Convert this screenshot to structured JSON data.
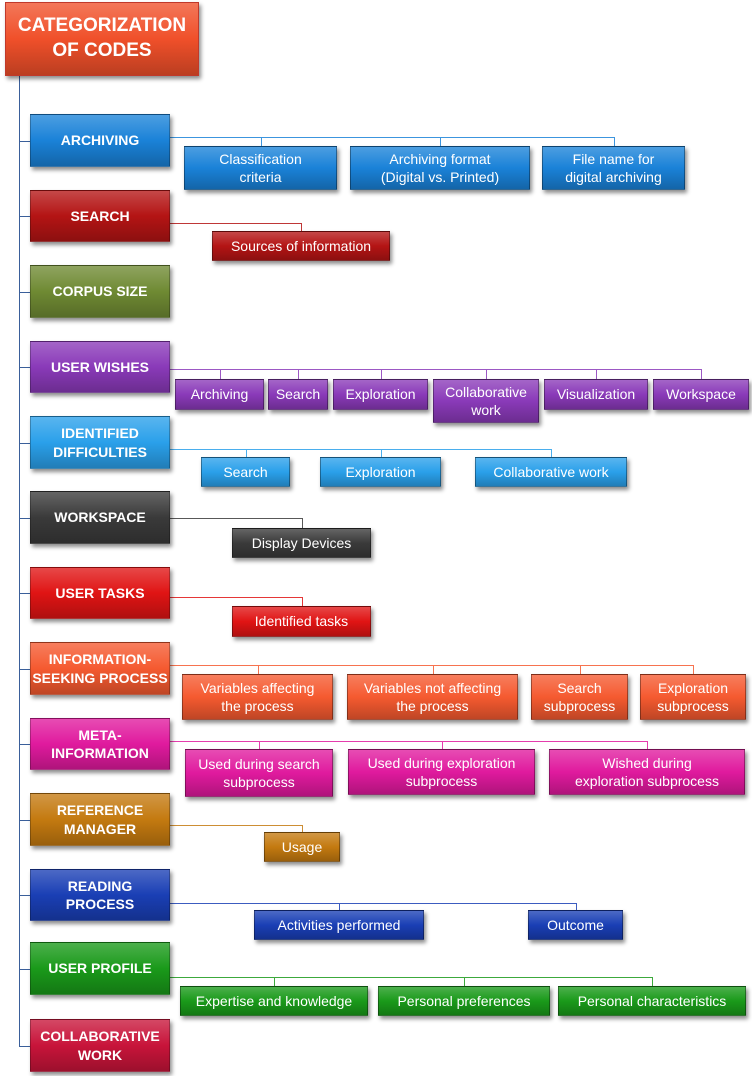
{
  "root": {
    "label": "CATEGORIZATION\nOF CODES",
    "color": "#f0502a"
  },
  "spine_color": "#3a5f9a",
  "categories": [
    {
      "label": "ARCHIVING",
      "color": "#1a82d8",
      "children": [
        {
          "label": "Classification\ncriteria"
        },
        {
          "label": "Archiving format\n(Digital vs. Printed)"
        },
        {
          "label": "File name for\ndigital archiving"
        }
      ]
    },
    {
      "label": "SEARCH",
      "color": "#b41414",
      "children": [
        {
          "label": "Sources of information"
        }
      ]
    },
    {
      "label": "CORPUS SIZE",
      "color": "#6f8a33",
      "children": []
    },
    {
      "label": "USER WISHES",
      "color": "#8a3ab9",
      "children": [
        {
          "label": "Archiving"
        },
        {
          "label": "Search"
        },
        {
          "label": "Exploration"
        },
        {
          "label": "Collaborative\nwork"
        },
        {
          "label": "Visualization"
        },
        {
          "label": "Workspace"
        }
      ]
    },
    {
      "label": "IDENTIFIED\nDIFFICULTIES",
      "color": "#2aa0ea",
      "children": [
        {
          "label": "Search"
        },
        {
          "label": "Exploration"
        },
        {
          "label": "Collaborative work"
        }
      ]
    },
    {
      "label": "WORKSPACE",
      "color": "#3a3a3a",
      "children": [
        {
          "label": "Display Devices"
        }
      ]
    },
    {
      "label": "USER TASKS",
      "color": "#e01414",
      "children": [
        {
          "label": "Identified tasks"
        }
      ]
    },
    {
      "label": "INFORMATION-\nSEEKING PROCESS",
      "color": "#f55a30",
      "children": [
        {
          "label": "Variables affecting\nthe process"
        },
        {
          "label": "Variables not affecting\nthe process"
        },
        {
          "label": "Search\nsubprocess"
        },
        {
          "label": "Exploration\nsubprocess"
        }
      ]
    },
    {
      "label": "META-\nINFORMATION",
      "color": "#e01a9e",
      "children": [
        {
          "label": "Used during search\nsubprocess"
        },
        {
          "label": "Used during exploration\nsubprocess"
        },
        {
          "label": "Wished during\nexploration subprocess"
        }
      ]
    },
    {
      "label": "REFERENCE\nMANAGER",
      "color": "#c47a10",
      "children": [
        {
          "label": "Usage"
        }
      ]
    },
    {
      "label": "READING\nPROCESS",
      "color": "#1a3fb5",
      "children": [
        {
          "label": "Activities performed"
        },
        {
          "label": "Outcome"
        }
      ]
    },
    {
      "label": "USER PROFILE",
      "color": "#1a9a1a",
      "children": [
        {
          "label": "Expertise and knowledge"
        },
        {
          "label": "Personal preferences"
        },
        {
          "label": "Personal characteristics"
        }
      ]
    },
    {
      "label": "COLLABORATIVE\nWORK",
      "color": "#c8143a",
      "children": []
    }
  ]
}
